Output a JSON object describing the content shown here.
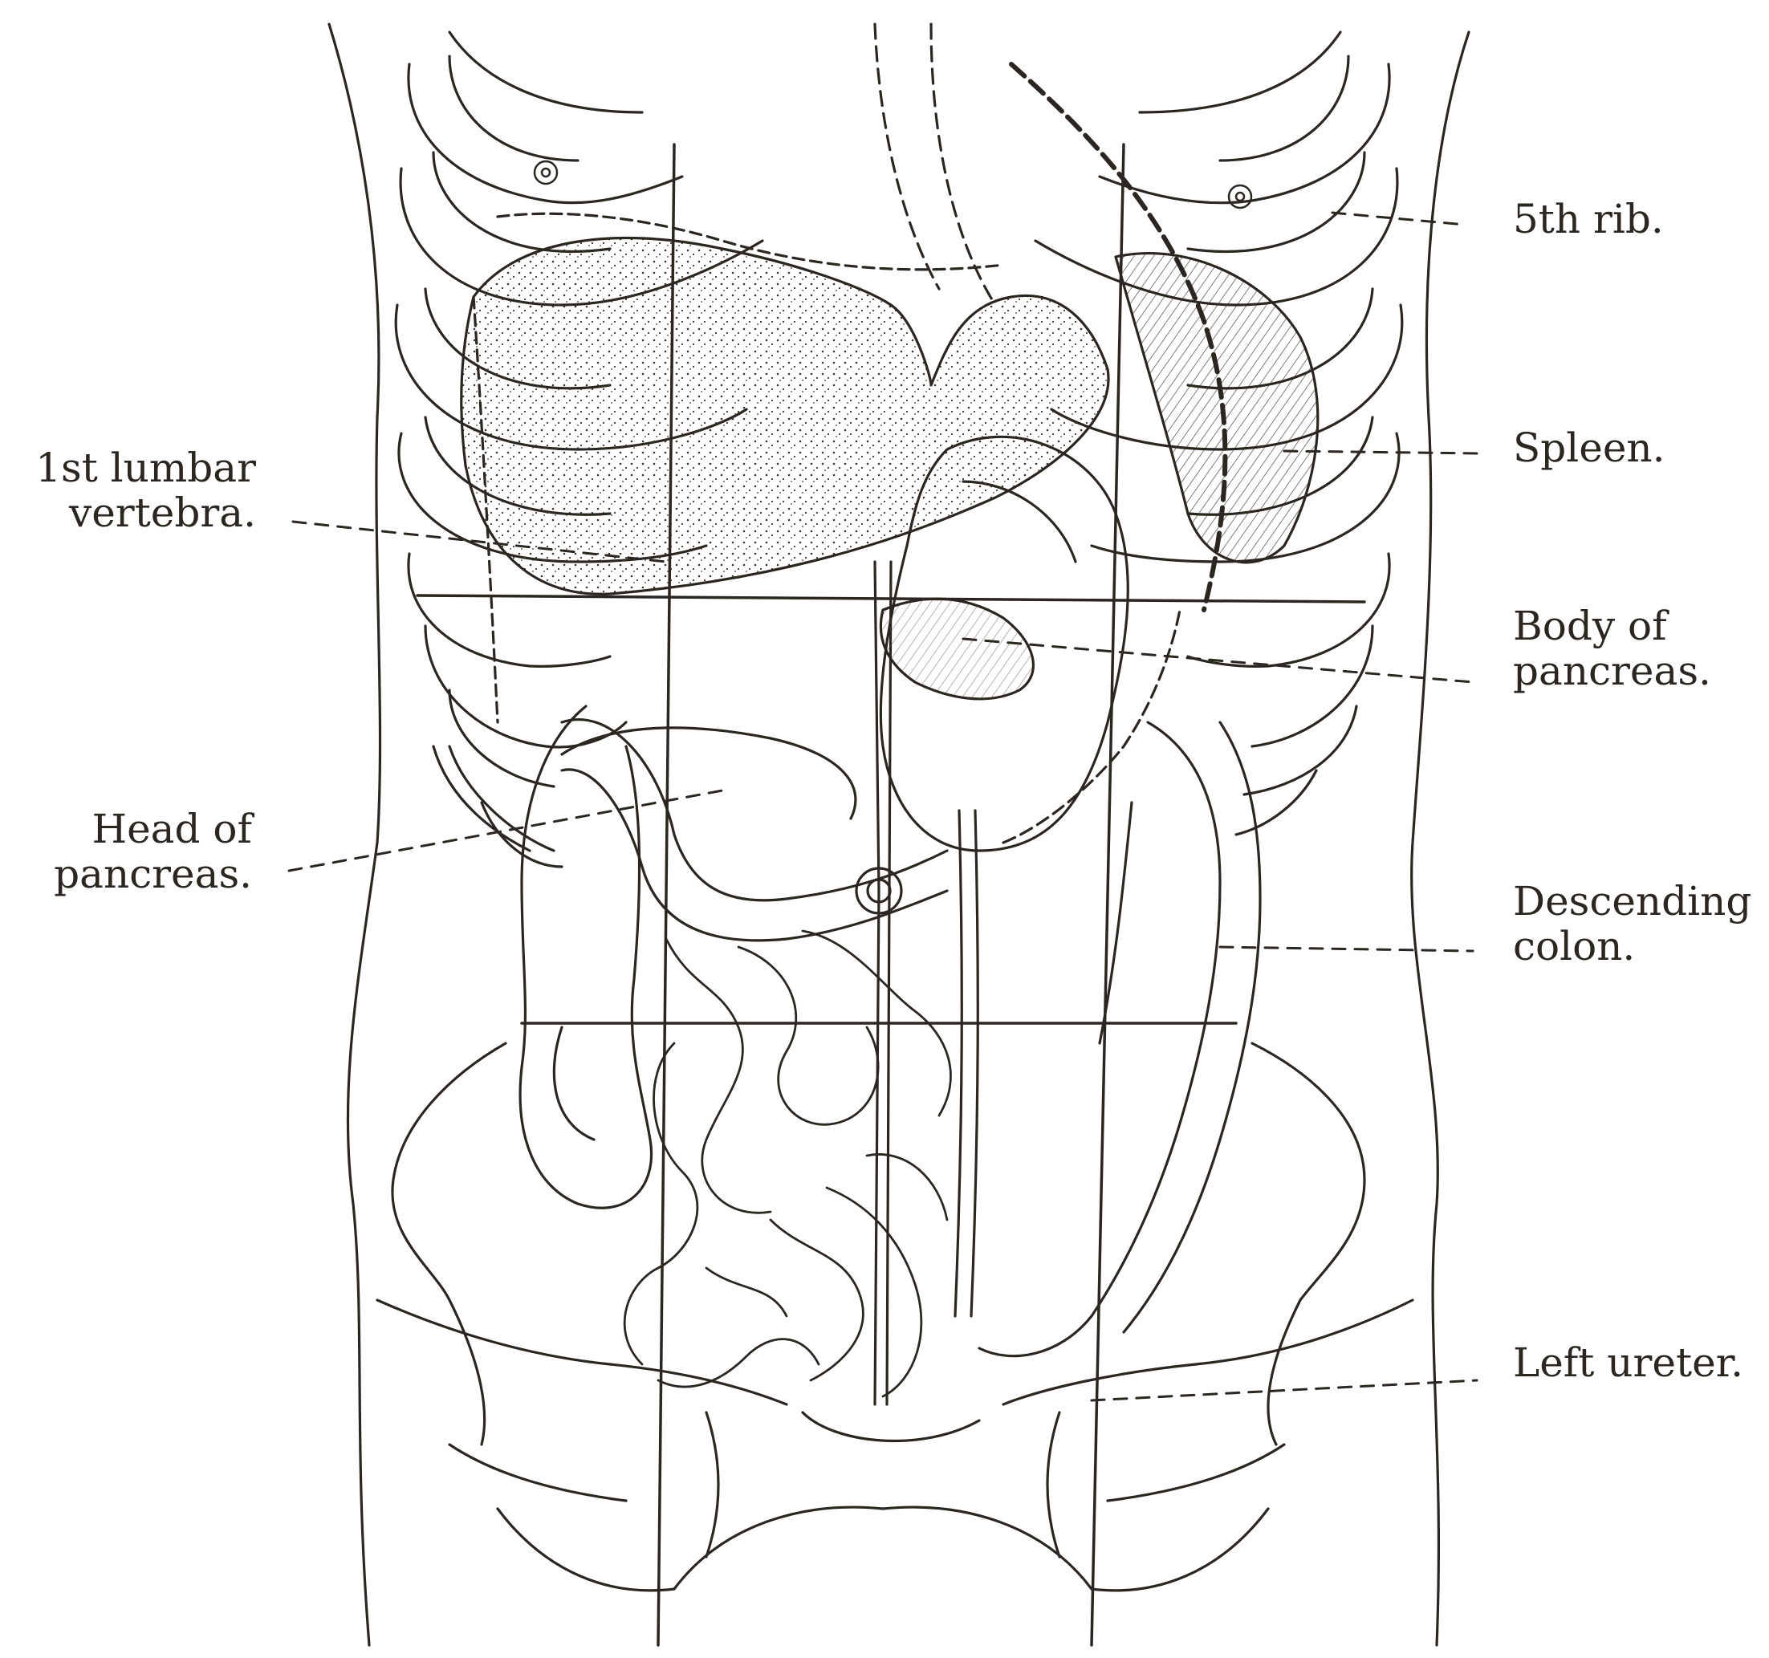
{
  "figure": {
    "ink_color": "#2b2620",
    "paper_color": "#ffffff",
    "stipple_color": "#3a342c"
  },
  "labels": {
    "left": {
      "lumbar_line1": "1st lumbar",
      "lumbar_line2": "vertebra.",
      "head_line1": "Head of",
      "head_line2": "pancreas."
    },
    "right": {
      "rib": "5th rib.",
      "spleen": "Spleen.",
      "body_line1": "Body of",
      "body_line2": "pancreas.",
      "colon_line1": "Descending",
      "colon_line2": "colon.",
      "ureter": "Left ureter."
    }
  }
}
